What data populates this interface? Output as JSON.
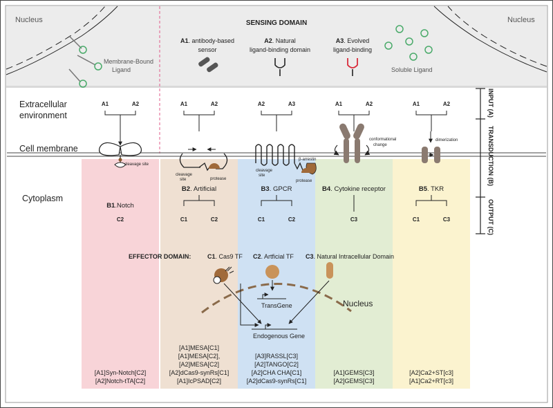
{
  "regions": {
    "nucleus": "Nucleus",
    "membrane_bound_1": "Membrane-Bound",
    "membrane_bound_2": "Ligand",
    "soluble_ligand": "Soluble Ligand",
    "extracellular_1": "Extracellular",
    "extracellular_2": "environment",
    "cell_membrane": "Cell membrane",
    "cytoplasm": "Cytoplasm"
  },
  "sensing": {
    "title": "SENSING DOMAIN",
    "a1": {
      "code": "A1",
      "line1": ". antibody-based",
      "line2": "sensor"
    },
    "a2": {
      "code": "A2",
      "line1": ".  Natural",
      "line2": "ligand-binding domain"
    },
    "a3": {
      "code": "A3",
      "line1": ".  Evolved",
      "line2": "ligand-binding"
    }
  },
  "receptors": {
    "b1": {
      "code": "B1",
      "name": ".Notch",
      "cleavage": "cleavage site",
      "inputs": [
        "A1",
        "A2"
      ],
      "outputs": [
        "C2"
      ],
      "examples": [
        "[A1]Syn-Notch[C2]",
        "[A2]Notch-tTA[C2]"
      ]
    },
    "b2": {
      "code": "B2",
      "name": ". Artificial",
      "cleavage_1": "cleavage",
      "cleavage_2": "site",
      "protease": "protease",
      "inputs": [
        "A1",
        "A2"
      ],
      "outputs": [
        "C1",
        "C2"
      ],
      "examples": [
        "[A1]MESA[C1]",
        "[A1]MESA[C2],",
        "[A2]MESA[C2]",
        "[A2]dCas9-synRs[C1]",
        "[A1]IcPSAD[C2]"
      ]
    },
    "b3": {
      "code": "B3",
      "name": ". GPCR",
      "cleavage_1": "cleavage",
      "cleavage_2": "site",
      "arrestin": "β-arrestin",
      "protease": "protease",
      "inputs": [
        "A2",
        "A3"
      ],
      "outputs": [
        "C1",
        "C2"
      ],
      "examples": [
        "[A3]RASSL[C3]",
        "[A2]TANGO[C2]",
        "[A2]CHA CHA[C1]",
        "[A2]dCas9-synRs[C1]"
      ]
    },
    "b4": {
      "code": "B4",
      "name": ". Cytokine receptor",
      "change_1": "conformational",
      "change_2": "change",
      "inputs": [
        "A1",
        "A2"
      ],
      "outputs": [
        "C3"
      ],
      "examples": [
        "[A1]GEMS[C3]",
        "[A2]GEMS[C3]"
      ]
    },
    "b5": {
      "code": "B5",
      "name": ". TKR",
      "dimerization": "dimerization",
      "inputs": [
        "A1",
        "A2"
      ],
      "outputs": [
        "C1",
        "C3"
      ],
      "examples": [
        "[A2]Ca2+ST[c3]",
        "[A1]Ca2+RT[c3]"
      ]
    }
  },
  "axis": {
    "input": "INPUT (A)",
    "transduction": "TRANSDUCTION (B)",
    "output": "OUTPUT (C)"
  },
  "effector": {
    "title": "EFFECTOR DOMAIN:",
    "c1": {
      "code": "C1",
      "name": ". Cas9 TF"
    },
    "c2": {
      "code": "C2",
      "name": ". Artficial TF"
    },
    "c3": {
      "code": "C3",
      "name": ". Natural Intracellular Domain"
    },
    "transgene": "TransGene",
    "endogenous": "Endogenous Gene"
  },
  "colors": {
    "notch": "#f8d4d8",
    "artificial": "#efe0d2",
    "gpcr": "#cfe1f3",
    "cytokine": "#e2edd3",
    "tkr": "#fbf3cf",
    "ligand": "#4aaa6a",
    "evolved": "#d92b3a",
    "protease": "#a06a3a"
  }
}
